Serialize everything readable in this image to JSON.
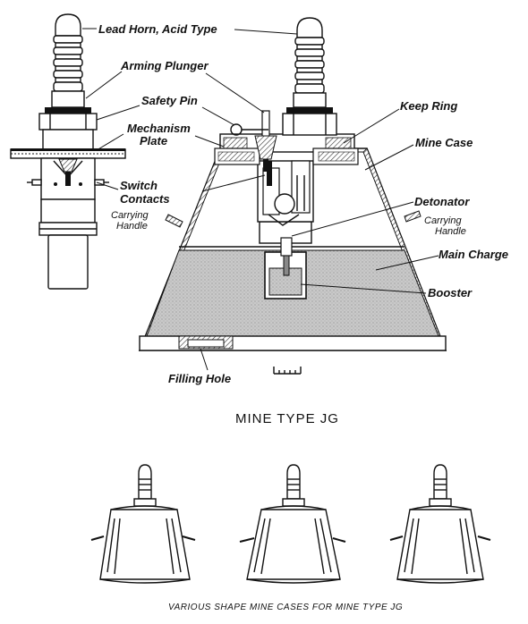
{
  "labels": {
    "lead_horn": "Lead Horn, Acid Type",
    "arming_plunger": "Arming Plunger",
    "safety_pin": "Safety Pin",
    "mechanism_plate_1": "Mechanism",
    "mechanism_plate_2": "Plate",
    "switch_contacts_1": "Switch",
    "switch_contacts_2": "Contacts",
    "carrying_handle_left_1": "Carrying",
    "carrying_handle_left_2": "Handle",
    "carrying_handle_right_1": "Carrying",
    "carrying_handle_right_2": "Handle",
    "keep_ring": "Keep Ring",
    "mine_case": "Mine Case",
    "detonator": "Detonator",
    "main_charge": "Main Charge",
    "booster": "Booster",
    "filling_hole": "Filling Hole"
  },
  "title": "MINE TYPE JG",
  "caption": "VARIOUS SHAPE MINE CASES FOR MINE TYPE JG"
}
